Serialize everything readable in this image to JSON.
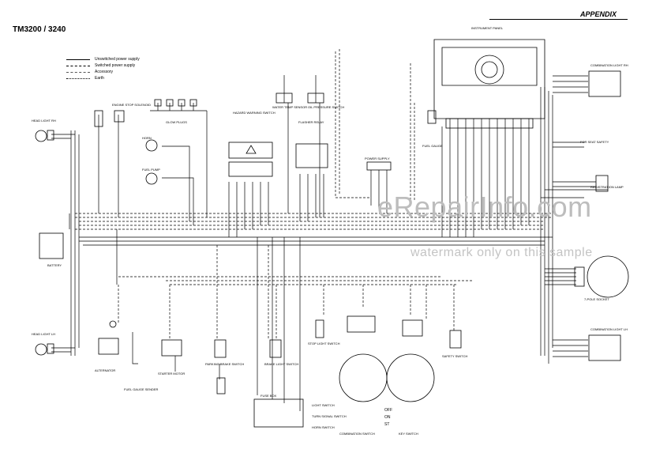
{
  "header": {
    "model": "TM3200 / 3240",
    "section": "APPENDIX"
  },
  "legend": [
    {
      "label": "Unswitched power supply",
      "style": "solid"
    },
    {
      "label": "Switched power supply",
      "style": "dash"
    },
    {
      "label": "Accessory",
      "style": "dashdot"
    },
    {
      "label": "Earth",
      "style": "dot"
    }
  ],
  "components": {
    "head_light_rh": "HEAD LIGHT RH",
    "head_light_lh": "HEAD LIGHT LH",
    "engine_stop_solenoid": "ENGINE STOP SOLENOID",
    "glow_plugs": "GLOW PLUGS",
    "horn": "HORN",
    "fuel_pump": "FUEL PUMP",
    "hazard_switch": "HAZARD WARNING SWITCH",
    "water_temp_sensor": "WATER TEMP SENSOR",
    "oil_pressure_switch": "OIL PRESSURE SWITCH",
    "flasher_relay": "FLASHER RELAY",
    "power_supply": "POWER SUPPLY",
    "instrument_panel": "INSTRUMENT PANEL",
    "fuel_gauge": "FUEL GAUGE",
    "combination_light_rh": "COMBINATION LIGHT RH",
    "seat_safety": "FOR SEAT SAFETY",
    "registration_lamp": "REGISTRATION LAMP",
    "pole_socket": "7-POLE SOCKET",
    "combination_light_lh": "COMBINATION LIGHT LH",
    "battery": "BATTERY",
    "alternator": "ALTERNATOR",
    "starter_motor": "STARTER MOTOR",
    "parking_brake_switch": "PARKING BRAKE SWITCH",
    "brake_light_switch": "BRAKE LIGHT SWITCH",
    "stop_light_switch": "STOP LIGHT SWITCH",
    "safety_switch": "SAFETY SWITCH",
    "fuse_box": "FUSE BOX",
    "light_switch": "LIGHT SWITCH",
    "turn_signal_switch": "TURN SIGNAL SWITCH",
    "horn_switch": "HORN SWITCH",
    "combination_switch": "COMBINATION SWITCH",
    "key_switch": "KEY SWITCH",
    "fuel_gauge_sender": "FUEL GAUGE SENDER"
  },
  "switch_positions": [
    "OFF",
    "ON",
    "ST"
  ],
  "watermark": {
    "main": "eRepairInfo.com",
    "sub": "watermark only on this sample"
  }
}
